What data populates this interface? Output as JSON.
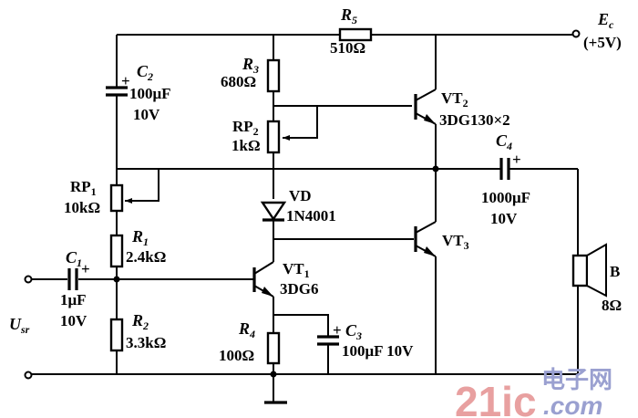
{
  "title": "Transistor audio power amplifier schematic",
  "supply": {
    "name": "E",
    "sub": "c",
    "value": "(+5V)"
  },
  "input": {
    "name": "U",
    "sub": "sr"
  },
  "components": {
    "R1": {
      "name": "R",
      "sub": "1",
      "value": "2.4kΩ"
    },
    "R2": {
      "name": "R",
      "sub": "2",
      "value": "3.3kΩ"
    },
    "R3": {
      "name": "R",
      "sub": "3",
      "value": "680Ω"
    },
    "R4": {
      "name": "R",
      "sub": "4",
      "value": "100Ω"
    },
    "R5": {
      "name": "R",
      "sub": "5",
      "value": "510Ω"
    },
    "RP1": {
      "name": "RP",
      "sub": "1",
      "value": "10kΩ"
    },
    "RP2": {
      "name": "RP",
      "sub": "2",
      "value": "1kΩ"
    },
    "C1": {
      "name": "C",
      "sub": "1",
      "value": "1μF",
      "voltage": "10V",
      "polarity": "+"
    },
    "C2": {
      "name": "C",
      "sub": "2",
      "value": "100μF",
      "voltage": "10V",
      "polarity": "+"
    },
    "C3": {
      "name": "C",
      "sub": "3",
      "value": "100μF 10V",
      "polarity": "+"
    },
    "C4": {
      "name": "C",
      "sub": "4",
      "value": "1000μF",
      "voltage": "10V",
      "polarity": "+"
    },
    "VD": {
      "name": "VD",
      "value": "1N4001"
    },
    "VT1": {
      "name": "VT",
      "sub": "1",
      "value": "3DG6"
    },
    "VT2": {
      "name": "VT",
      "sub": "2",
      "value": "3DG130×2"
    },
    "VT3": {
      "name": "VT",
      "sub": "3"
    },
    "B": {
      "name": "B",
      "value": "8Ω"
    }
  },
  "watermark": {
    "text_a": "21ic",
    "text_b": "电子网",
    "text_c": ".com",
    "color_a": "#e8a0a0",
    "color_b": "#9aa0d0"
  }
}
